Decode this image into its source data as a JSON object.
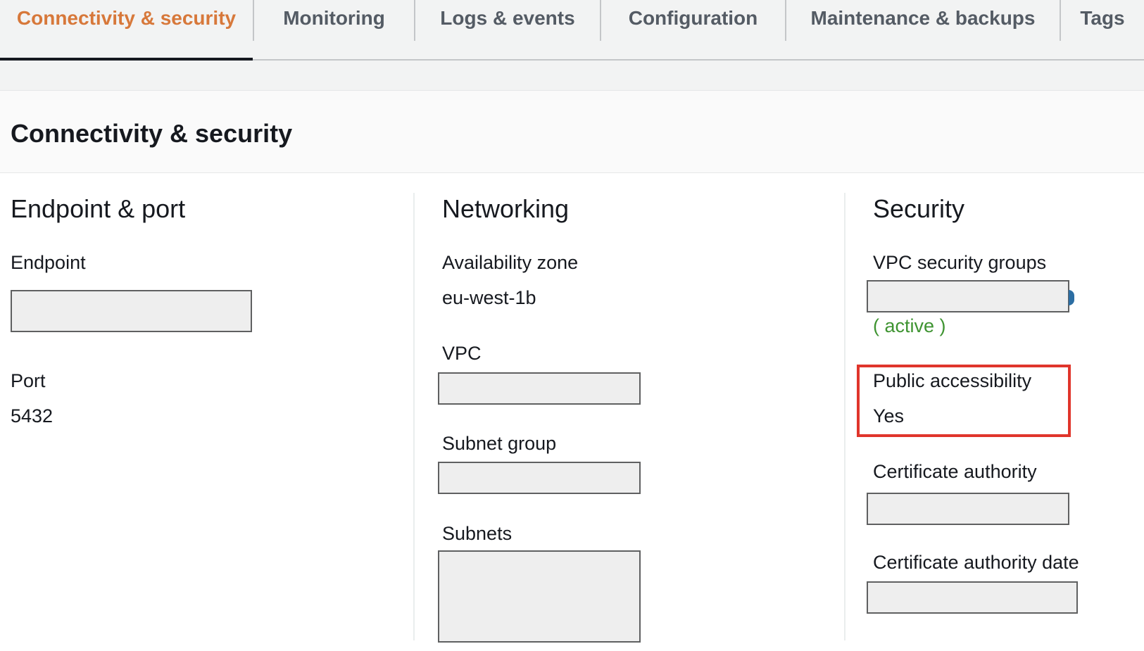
{
  "tabs": [
    {
      "label": "Connectivity & security",
      "active": true
    },
    {
      "label": "Monitoring",
      "active": false
    },
    {
      "label": "Logs & events",
      "active": false
    },
    {
      "label": "Configuration",
      "active": false
    },
    {
      "label": "Maintenance & backups",
      "active": false
    },
    {
      "label": "Tags",
      "active": false
    }
  ],
  "panel": {
    "title": "Connectivity & security"
  },
  "endpoint_port": {
    "title": "Endpoint & port",
    "endpoint_label": "Endpoint",
    "port_label": "Port",
    "port_value": "5432"
  },
  "networking": {
    "title": "Networking",
    "az_label": "Availability zone",
    "az_value": "eu-west-1b",
    "vpc_label": "VPC",
    "subnet_group_label": "Subnet group",
    "subnets_label": "Subnets"
  },
  "security": {
    "title": "Security",
    "vpc_sg_label": "VPC security groups",
    "vpc_sg_status": "( active )",
    "public_access_label": "Public accessibility",
    "public_access_value": "Yes",
    "ca_label": "Certificate authority",
    "ca_date_label": "Certificate authority date"
  },
  "colors": {
    "active_tab": "#d7783a",
    "status_active": "#3f9432",
    "highlight_box": "#e0352b"
  }
}
